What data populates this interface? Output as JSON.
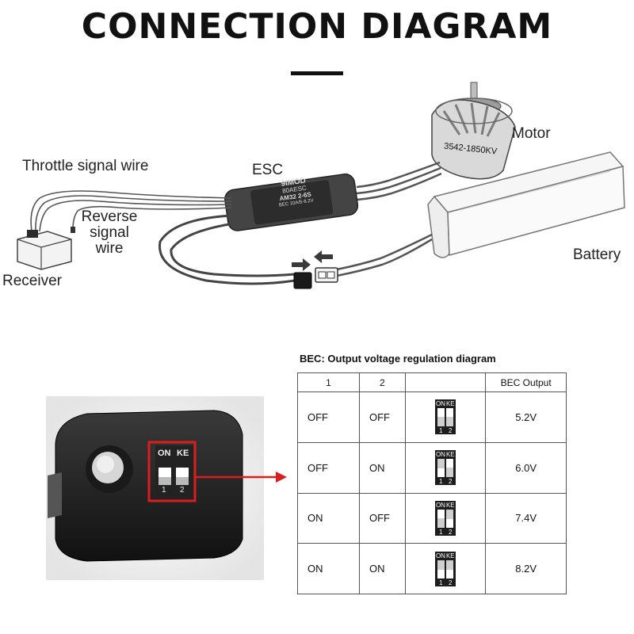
{
  "title": "CONNECTION DIAGRAM",
  "labels": {
    "throttle": "Throttle signal wire",
    "esc": "ESC",
    "motor": "Motor",
    "reverse": [
      "Reverse",
      "signal",
      "wire"
    ],
    "battery": "Battery",
    "receiver": "Receiver"
  },
  "esc_text": [
    "9IMOD",
    "80AESC",
    "AM32 2-6S",
    "BEC 10A/5-8.2V"
  ],
  "motor_text": "3542-1850KV",
  "switch_labels": {
    "on": "ON",
    "ke": "KE",
    "one": "1",
    "two": "2"
  },
  "bec": {
    "title": "BEC:  Output voltage regulation diagram",
    "headers": [
      "1",
      "2",
      "",
      "BEC Output"
    ],
    "rows": [
      {
        "s1": "OFF",
        "s2": "OFF",
        "output": "5.2V",
        "sw1": "up",
        "sw2": "up"
      },
      {
        "s1": "OFF",
        "s2": "ON",
        "output": "6.0V",
        "sw1": "down",
        "sw2": "up"
      },
      {
        "s1": "ON",
        "s2": "OFF",
        "output": "7.4V",
        "sw1": "up",
        "sw2": "down"
      },
      {
        "s1": "ON",
        "s2": "ON",
        "output": "8.2V",
        "sw1": "down",
        "sw2": "down"
      }
    ]
  },
  "colors": {
    "highlight": "#d81e1e",
    "ink": "#111111",
    "wire": "#444444"
  }
}
